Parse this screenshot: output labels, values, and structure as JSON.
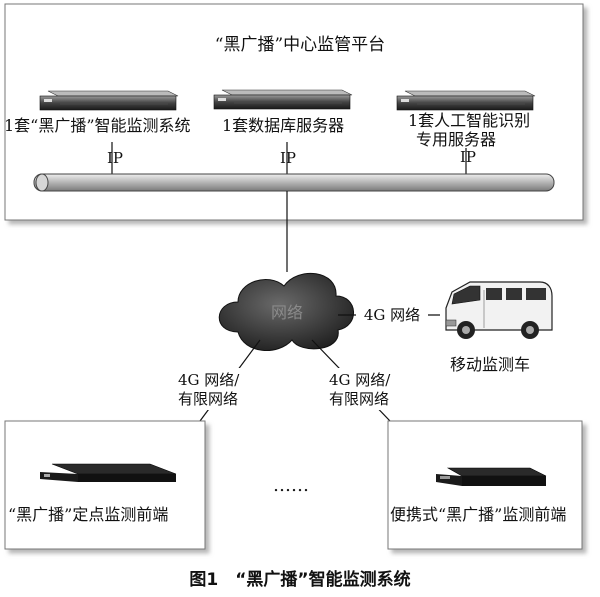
{
  "platform": {
    "title": "“黑广播”中心监管平台",
    "servers": [
      {
        "label_lines": [
          "1套“黑广播”智能监测系统"
        ],
        "link": "IP"
      },
      {
        "label_lines": [
          "1套数据库服务器"
        ],
        "link": "IP"
      },
      {
        "label_lines": [
          "1套人工智能识别",
          "专用服务器"
        ],
        "link": "IP"
      }
    ]
  },
  "network": {
    "cloud_label": "网络",
    "mobile_link_label": "4G 网络",
    "left_link_lines": [
      "4G 网络/",
      "有限网络"
    ],
    "right_link_lines": [
      "4G 网络/",
      "有限网络"
    ]
  },
  "vehicle": {
    "label": "移动监测车"
  },
  "frontends": {
    "fixed_label": "“黑广播”定点监测前端",
    "portable_label": "便携式“黑广播”监测前端",
    "ellipsis": "……"
  },
  "caption": "图1　“黑广播”智能监测系统",
  "colors": {
    "bus": "#b8b8b8",
    "cloud": "#3a3a3a",
    "device": "#1e1e1e",
    "box_border": "#777777"
  }
}
